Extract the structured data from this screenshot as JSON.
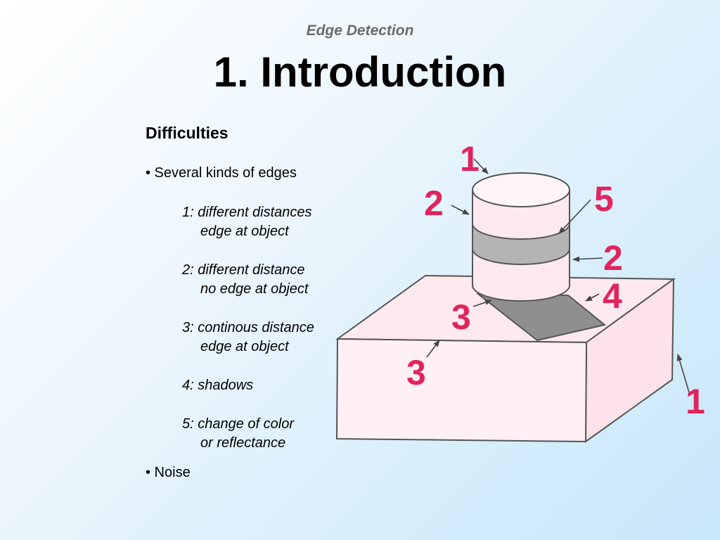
{
  "header": {
    "label": "Edge Detection",
    "title": "1. Introduction"
  },
  "content": {
    "heading": "Difficulties",
    "bullet1": "• Several kinds of edges",
    "items": [
      {
        "line1": "1: different distances",
        "line2": "edge at object"
      },
      {
        "line1": "2: different distance",
        "line2": "no edge at object"
      },
      {
        "line1": "3: continous distance",
        "line2": "edge at object"
      },
      {
        "line1": "4: shadows",
        "line2": ""
      },
      {
        "line1": "5: change of color",
        "line2": "or reflectance"
      }
    ],
    "bullet2": "• Noise"
  },
  "diagram": {
    "labels": {
      "top_1": "1",
      "left_2": "2",
      "right_5": "5",
      "right_2": "2",
      "right_4": "4",
      "mid_3": "3",
      "low_3": "3",
      "right_1": "1"
    },
    "colors": {
      "number": "#e0245e",
      "face": "#fde9ef",
      "band": "#b4b4b4",
      "shadow": "#8f8f8f",
      "outline": "#555555"
    }
  }
}
